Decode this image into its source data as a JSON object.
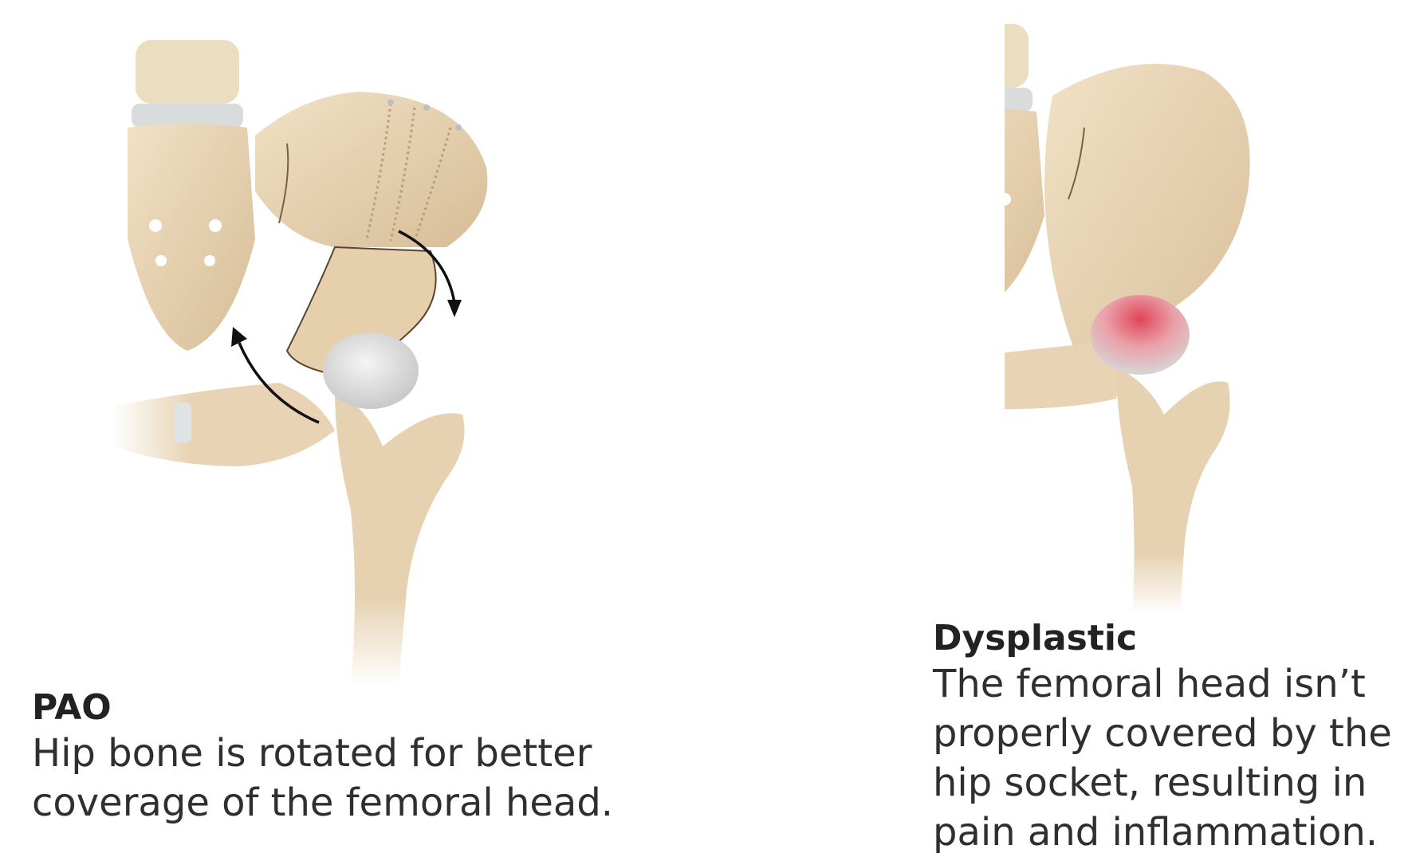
{
  "pao": {
    "title": "PAO",
    "description_lines": [
      "Hip bone is rotated for better",
      "coverage of the femoral head."
    ]
  },
  "dysplastic": {
    "title": "Dysplastic",
    "description_lines": [
      "The femoral head isn’t",
      "properly covered by the",
      "hip socket, resulting in",
      "pain and inflammation."
    ]
  },
  "colors": {
    "bone": "#e8d4b4",
    "bone_shadow": "#c9ae88",
    "cartilage": "#dcdcdc",
    "inflammation": "#e0455a",
    "arrow": "#111111",
    "text": "#2b2b2b"
  }
}
